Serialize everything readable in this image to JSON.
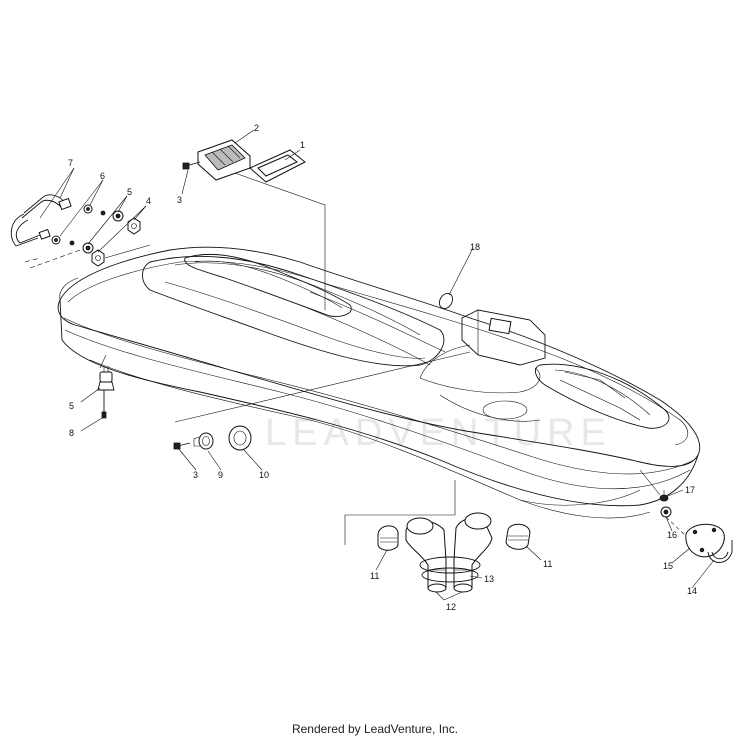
{
  "diagram": {
    "watermark": "LEADVENTURE",
    "callouts": [
      "1",
      "2",
      "3",
      "4",
      "5",
      "6",
      "7",
      "5",
      "8",
      "3",
      "9",
      "10",
      "11",
      "11",
      "12",
      "13",
      "14",
      "15",
      "16",
      "17",
      "18"
    ],
    "footer": "Rendered by LeadVenture, Inc."
  }
}
